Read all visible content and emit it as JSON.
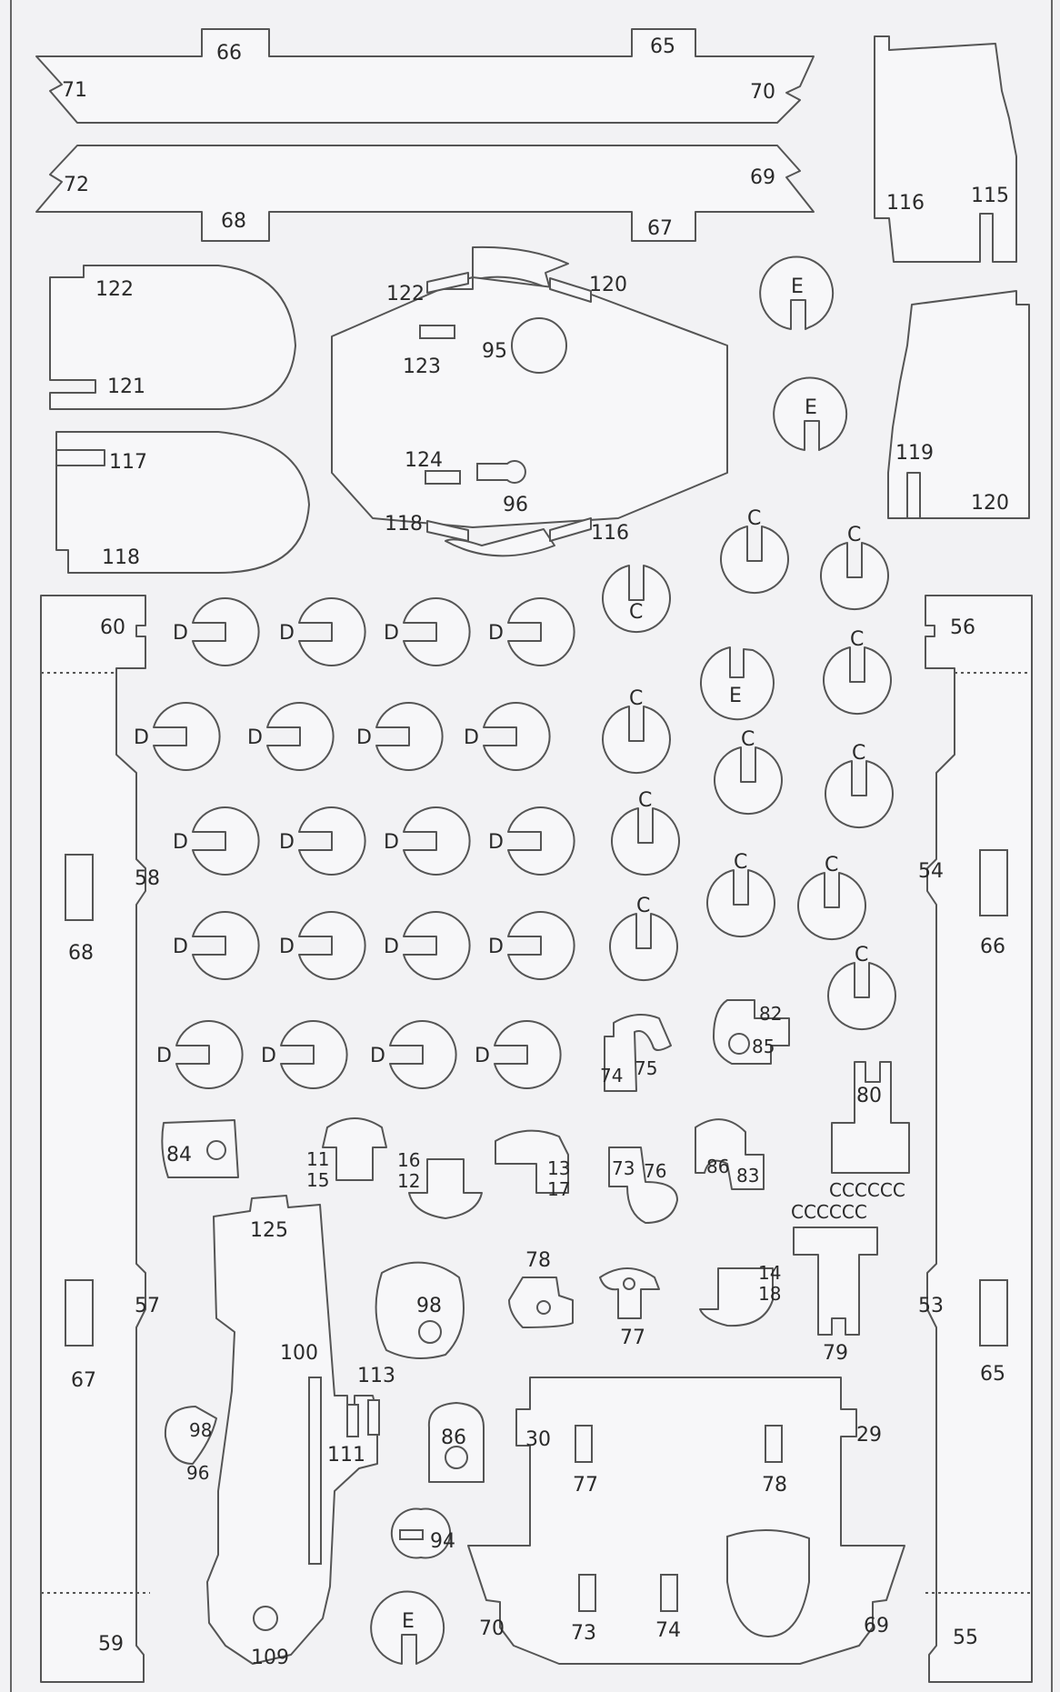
{
  "colors": {
    "sheet": "#f2f2f4",
    "part_fill": "#f7f7f9",
    "outline": "#555555",
    "label": "#2a2a2a"
  },
  "labels": {
    "n66": "66",
    "n65": "65",
    "n71": "71",
    "n70": "70",
    "n72": "72",
    "n69": "69",
    "n68": "68",
    "n67": "67",
    "n116": "116",
    "n115": "115",
    "n119": "119",
    "n120": "120",
    "n122": "122",
    "n121": "121",
    "n117": "117",
    "n118": "118",
    "n123": "123",
    "n95": "95",
    "n124": "124",
    "n96": "96",
    "n60": "60",
    "n56": "56",
    "n58": "58",
    "n54": "54",
    "n57": "57",
    "n53": "53",
    "n59": "59",
    "n55": "55",
    "n84": "84",
    "n11": "11",
    "n15": "15",
    "n16": "16",
    "n12": "12",
    "n13": "13",
    "n17": "17",
    "n73": "73",
    "n76": "76",
    "n86": "86",
    "n83": "83",
    "n74": "74",
    "n75": "75",
    "n82": "82",
    "n85": "85",
    "n80": "80",
    "n79": "79",
    "n78": "78",
    "n77": "77",
    "n14": "14",
    "n18": "18",
    "n98": "98",
    "n125": "125",
    "n100": "100",
    "n113": "113",
    "n111": "111",
    "n94": "94",
    "n109": "109",
    "n30": "30",
    "n29": "29",
    "ccc": "CCCCCC",
    "D": "D",
    "C": "C",
    "E": "E"
  }
}
